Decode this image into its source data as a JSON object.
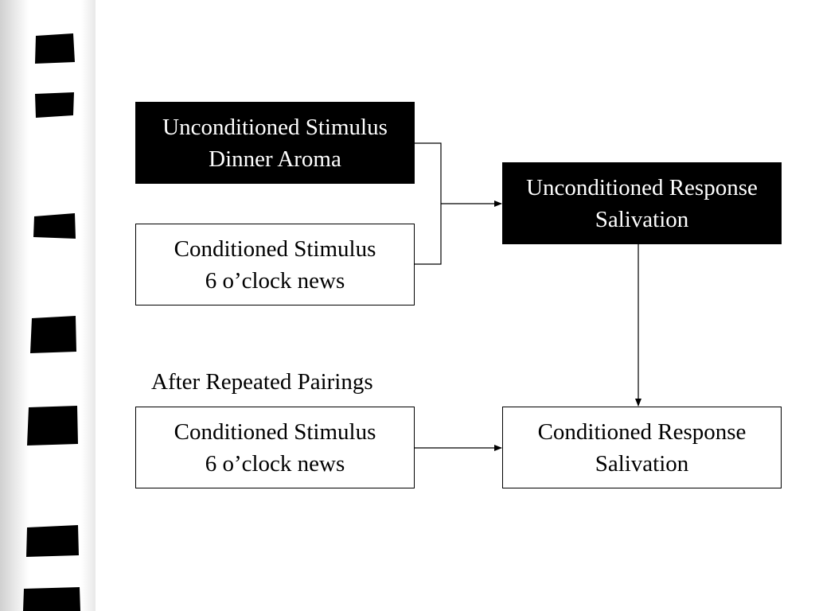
{
  "diagram": {
    "unconditioned_stimulus": {
      "line1": "Unconditioned Stimulus",
      "line2": "Dinner Aroma"
    },
    "conditioned_stimulus_before": {
      "line1": "Conditioned Stimulus",
      "line2": "6 o’clock news"
    },
    "unconditioned_response": {
      "line1": "Unconditioned Response",
      "line2": "Salivation"
    },
    "caption": "After Repeated Pairings",
    "conditioned_stimulus_after": {
      "line1": "Conditioned Stimulus",
      "line2": "6 o’clock news"
    },
    "conditioned_response": {
      "line1": "Conditioned Response",
      "line2": "Salivation"
    }
  },
  "colors": {
    "dark_box_fill": "#000000",
    "dark_box_text": "#ffffff",
    "light_box_fill": "#ffffff",
    "line": "#000000"
  }
}
